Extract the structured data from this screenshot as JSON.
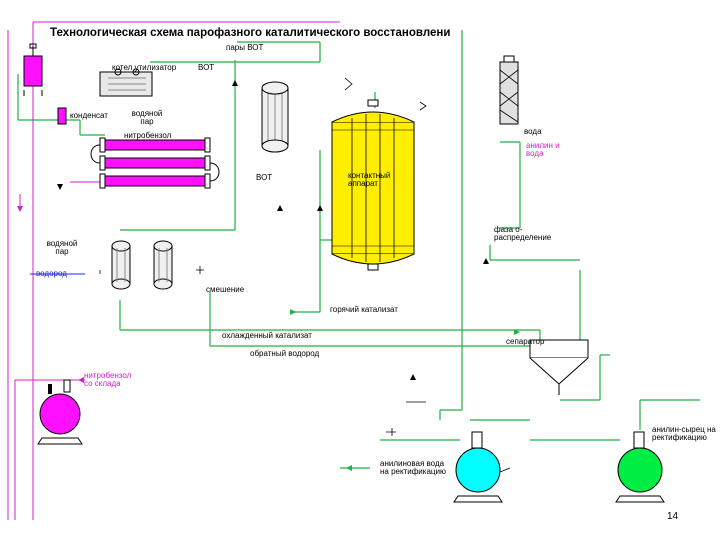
{
  "title": "Технологическая схема парофазного каталитического восстановлени",
  "page_number": "14",
  "colors": {
    "line_green": "#20b040",
    "line_magenta": "#d020d0",
    "line_blue": "#2020ff",
    "reactor_fill": "#ffee00",
    "heat_exchanger_fill": "#ff10ff",
    "tank_magenta": "#ff10ff",
    "tank_cyan": "#00ffff",
    "tank_green": "#00ee44"
  },
  "labels": {
    "pary_vot_top": "пары ВОТ",
    "vot_right": "ВОТ",
    "kotel_utilizator": "котел утилизатор",
    "kondensat": "конденсат",
    "vodyanoy_par_upper": "водяной пар",
    "nitrobenzol": "нитробензол",
    "vot_lower": "ВОТ",
    "kontaktny_apparat": "контактный аппарат",
    "voda": "вода",
    "anilin_i_voda": "анилин и вода",
    "faza_raspredelenie": "фаза о-распределение",
    "vodyanoy_par_lower": "водяной пар",
    "vodorod": "водород",
    "smeshenie": "смешение",
    "goryachiy_katalizat": "горячий катализат",
    "okhlazhdenny_katalizat": "охлажденный катализат",
    "separator": "сепаратор",
    "obratny_vodorod": "обратный водород",
    "nitrobenzol_so_sklada": "нитробензол со склада",
    "anilin_syrets": "анилин-сырец на ректификацию",
    "anilinovaya_voda": "анилиновая вода на ректификацию"
  }
}
